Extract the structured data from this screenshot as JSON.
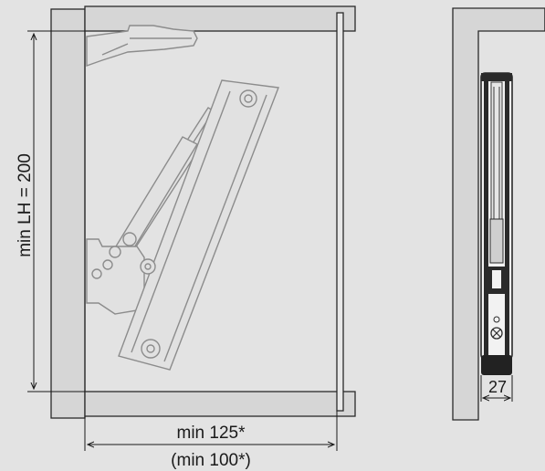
{
  "dimensions": {
    "height_label": "min LH = 200",
    "width_label": "min 125*",
    "width_alt_label": "(min 100*)",
    "depth_label": "27"
  },
  "colors": {
    "background": "#e3e3e3",
    "panel_fill": "#d6d6d6",
    "outline": "#2a2a2a",
    "part_stroke": "#8c8c8c",
    "part_fill": "#e1e1e1",
    "dark_part": "#222222"
  }
}
